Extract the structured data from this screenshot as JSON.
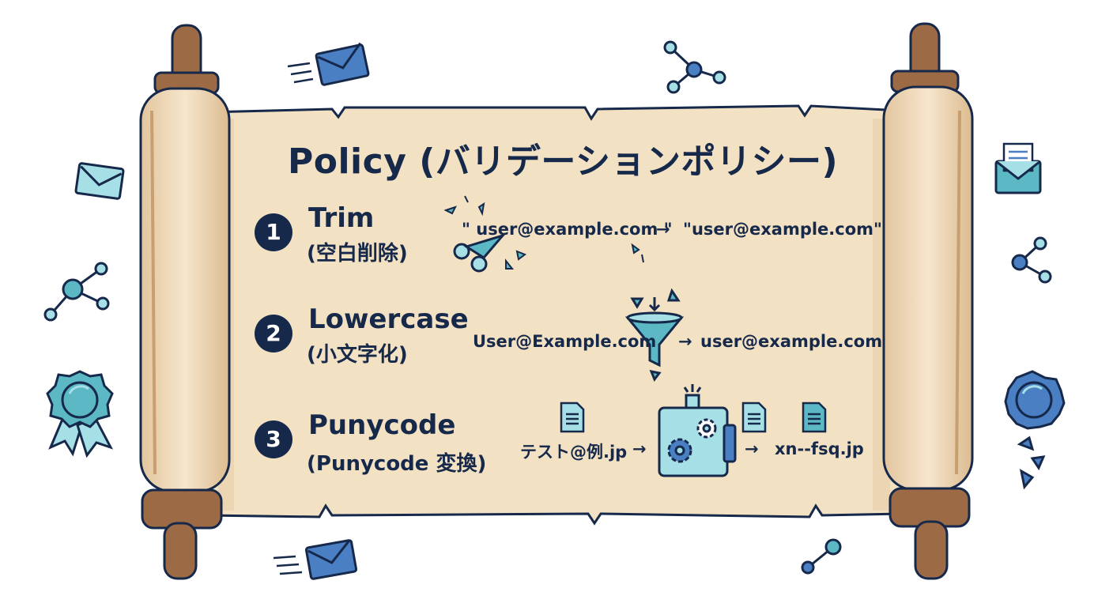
{
  "title": "Policy (バリデーションポリシー)",
  "steps": [
    {
      "number": "1",
      "name": "Trim",
      "subtitle": "(空白削除)",
      "input": "\" user@example.com \"",
      "arrow": "→",
      "output": "\"user@example.com\""
    },
    {
      "number": "2",
      "name": "Lowercase",
      "subtitle": "(小文字化)",
      "input": "User@Example.com",
      "arrow": "→",
      "output": "user@example.com"
    },
    {
      "number": "3",
      "name": "Punycode",
      "subtitle": "(Punycode 変換)",
      "input": "テスト@例.jp",
      "arrow": "→",
      "output": "xn--fsq.jp"
    }
  ],
  "icons": [
    "envelope-icon",
    "open-envelope-icon",
    "network-icon",
    "wax-seal-icon",
    "rosette-ribbon-icon",
    "scissors-icon",
    "funnel-icon",
    "document-icon",
    "converter-machine-icon"
  ],
  "colors": {
    "ink": "#16294a",
    "parchment": "#f3e1c4",
    "wood": "#9c6a44",
    "teal": "#5cb8c4",
    "blue": "#4a7fc4"
  }
}
